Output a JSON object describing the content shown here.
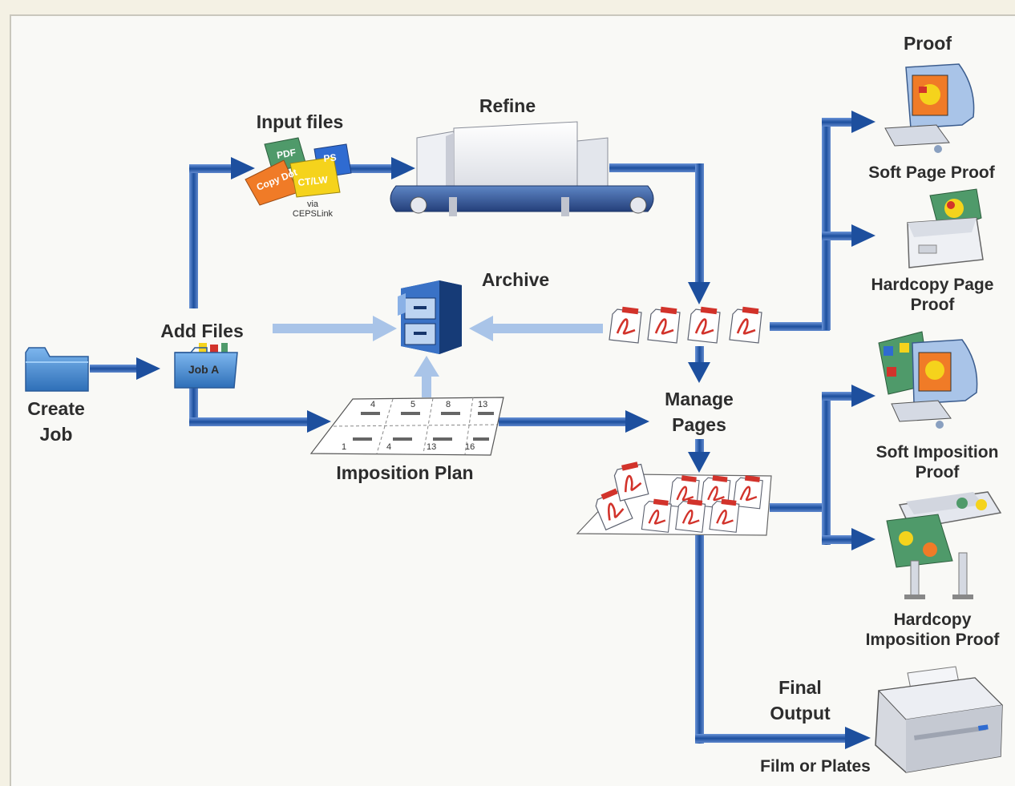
{
  "labels": {
    "proof": "Proof",
    "refine": "Refine",
    "input_files": "Input files",
    "archive": "Archive",
    "add_files": "Add Files",
    "create_job_1": "Create",
    "create_job_2": "Job",
    "job_folder": "Job A",
    "manage_pages_1": "Manage",
    "manage_pages_2": "Pages",
    "imposition_plan": "Imposition Plan",
    "soft_page_proof": "Soft Page Proof",
    "hardcopy_page_1": "Hardcopy Page",
    "hardcopy_page_2": "Proof",
    "soft_imposition_1": "Soft Imposition",
    "soft_imposition_2": "Proof",
    "hardcopy_imposition_1": "Hardcopy",
    "hardcopy_imposition_2": "Imposition Proof",
    "final_output_1": "Final",
    "final_output_2": "Output",
    "film_or_plates": "Film or Plates",
    "via": "via",
    "cepslink": "CEPSLink"
  },
  "input_docs": {
    "pdf": "PDF",
    "ps": "PS",
    "copy_dot": "Copy Dot",
    "ct_lw": "CT/LW"
  },
  "imposition_numbers": [
    "4",
    "5",
    "8",
    "13",
    "1",
    "4",
    "13",
    "16"
  ],
  "colors": {
    "arrow_dark": "#1d4f9e",
    "arrow_light": "#a9c4e8",
    "folder": "#4a8fd6",
    "pdf_red": "#d2332b",
    "doc_orange": "#f07b27",
    "doc_yellow": "#f5d31c",
    "doc_green": "#4f9a6a",
    "doc_blue": "#2f6bd1"
  },
  "icons": {
    "create_job": "folder-icon",
    "add_files": "folder-open-icon",
    "archive": "file-cabinet-icon",
    "refine": "conveyor-machine-icon",
    "soft_proof": "monitor-icon",
    "hardcopy_proof": "desktop-printer-icon",
    "plotter": "wide-format-printer-icon",
    "final_output": "platesetter-icon",
    "pdf_page": "pdf-page-icon"
  }
}
